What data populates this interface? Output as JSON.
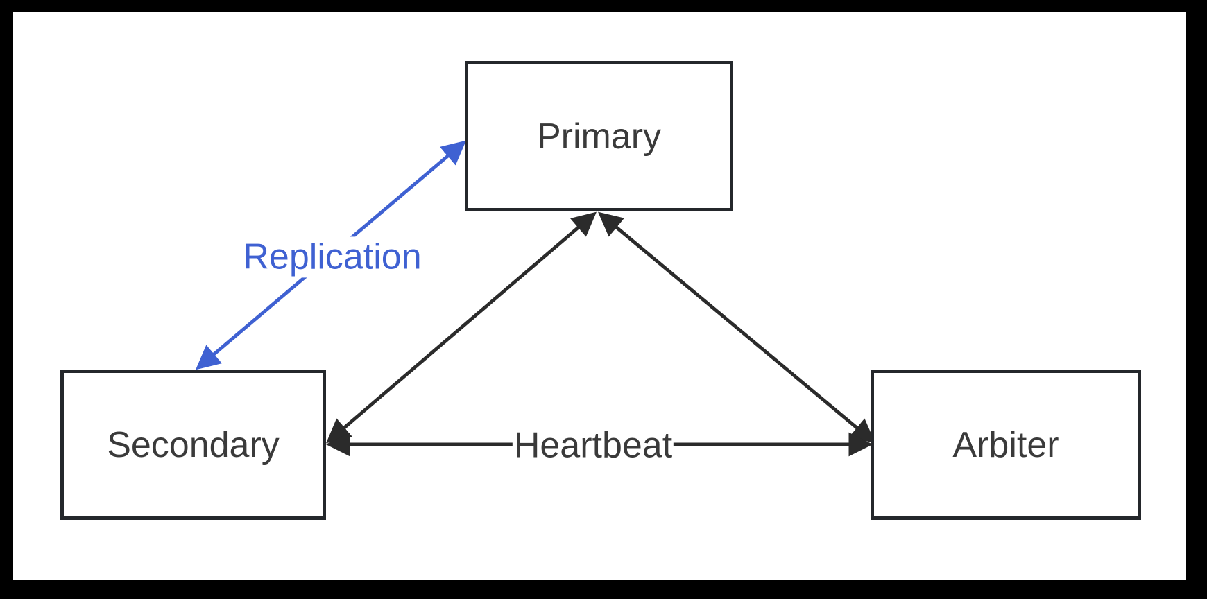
{
  "diagram": {
    "title": "replica-set-topology",
    "nodes": [
      {
        "id": "primary",
        "label": "Primary"
      },
      {
        "id": "secondary",
        "label": "Secondary"
      },
      {
        "id": "arbiter",
        "label": "Arbiter"
      }
    ],
    "edges": [
      {
        "id": "replication",
        "label": "Replication",
        "from": "Secondary",
        "to": "Primary",
        "direction": "bidirectional",
        "color": "#3f61d2"
      },
      {
        "id": "heartbeat-secondary-arbiter",
        "label": "Heartbeat",
        "from": "Secondary",
        "to": "Arbiter",
        "direction": "bidirectional",
        "color": "#2b2b2b"
      },
      {
        "id": "heartbeat-secondary-primary",
        "label": "",
        "from": "Secondary",
        "to": "Primary",
        "direction": "bidirectional",
        "color": "#2b2b2b"
      },
      {
        "id": "heartbeat-primary-arbiter",
        "label": "",
        "from": "Primary",
        "to": "Arbiter",
        "direction": "bidirectional",
        "color": "#2b2b2b"
      }
    ],
    "colors": {
      "frame": "#000000",
      "canvas": "#ffffff",
      "line": "#2b2b2b",
      "accent_blue": "#3f61d2",
      "text": "#3a3a3a"
    }
  }
}
